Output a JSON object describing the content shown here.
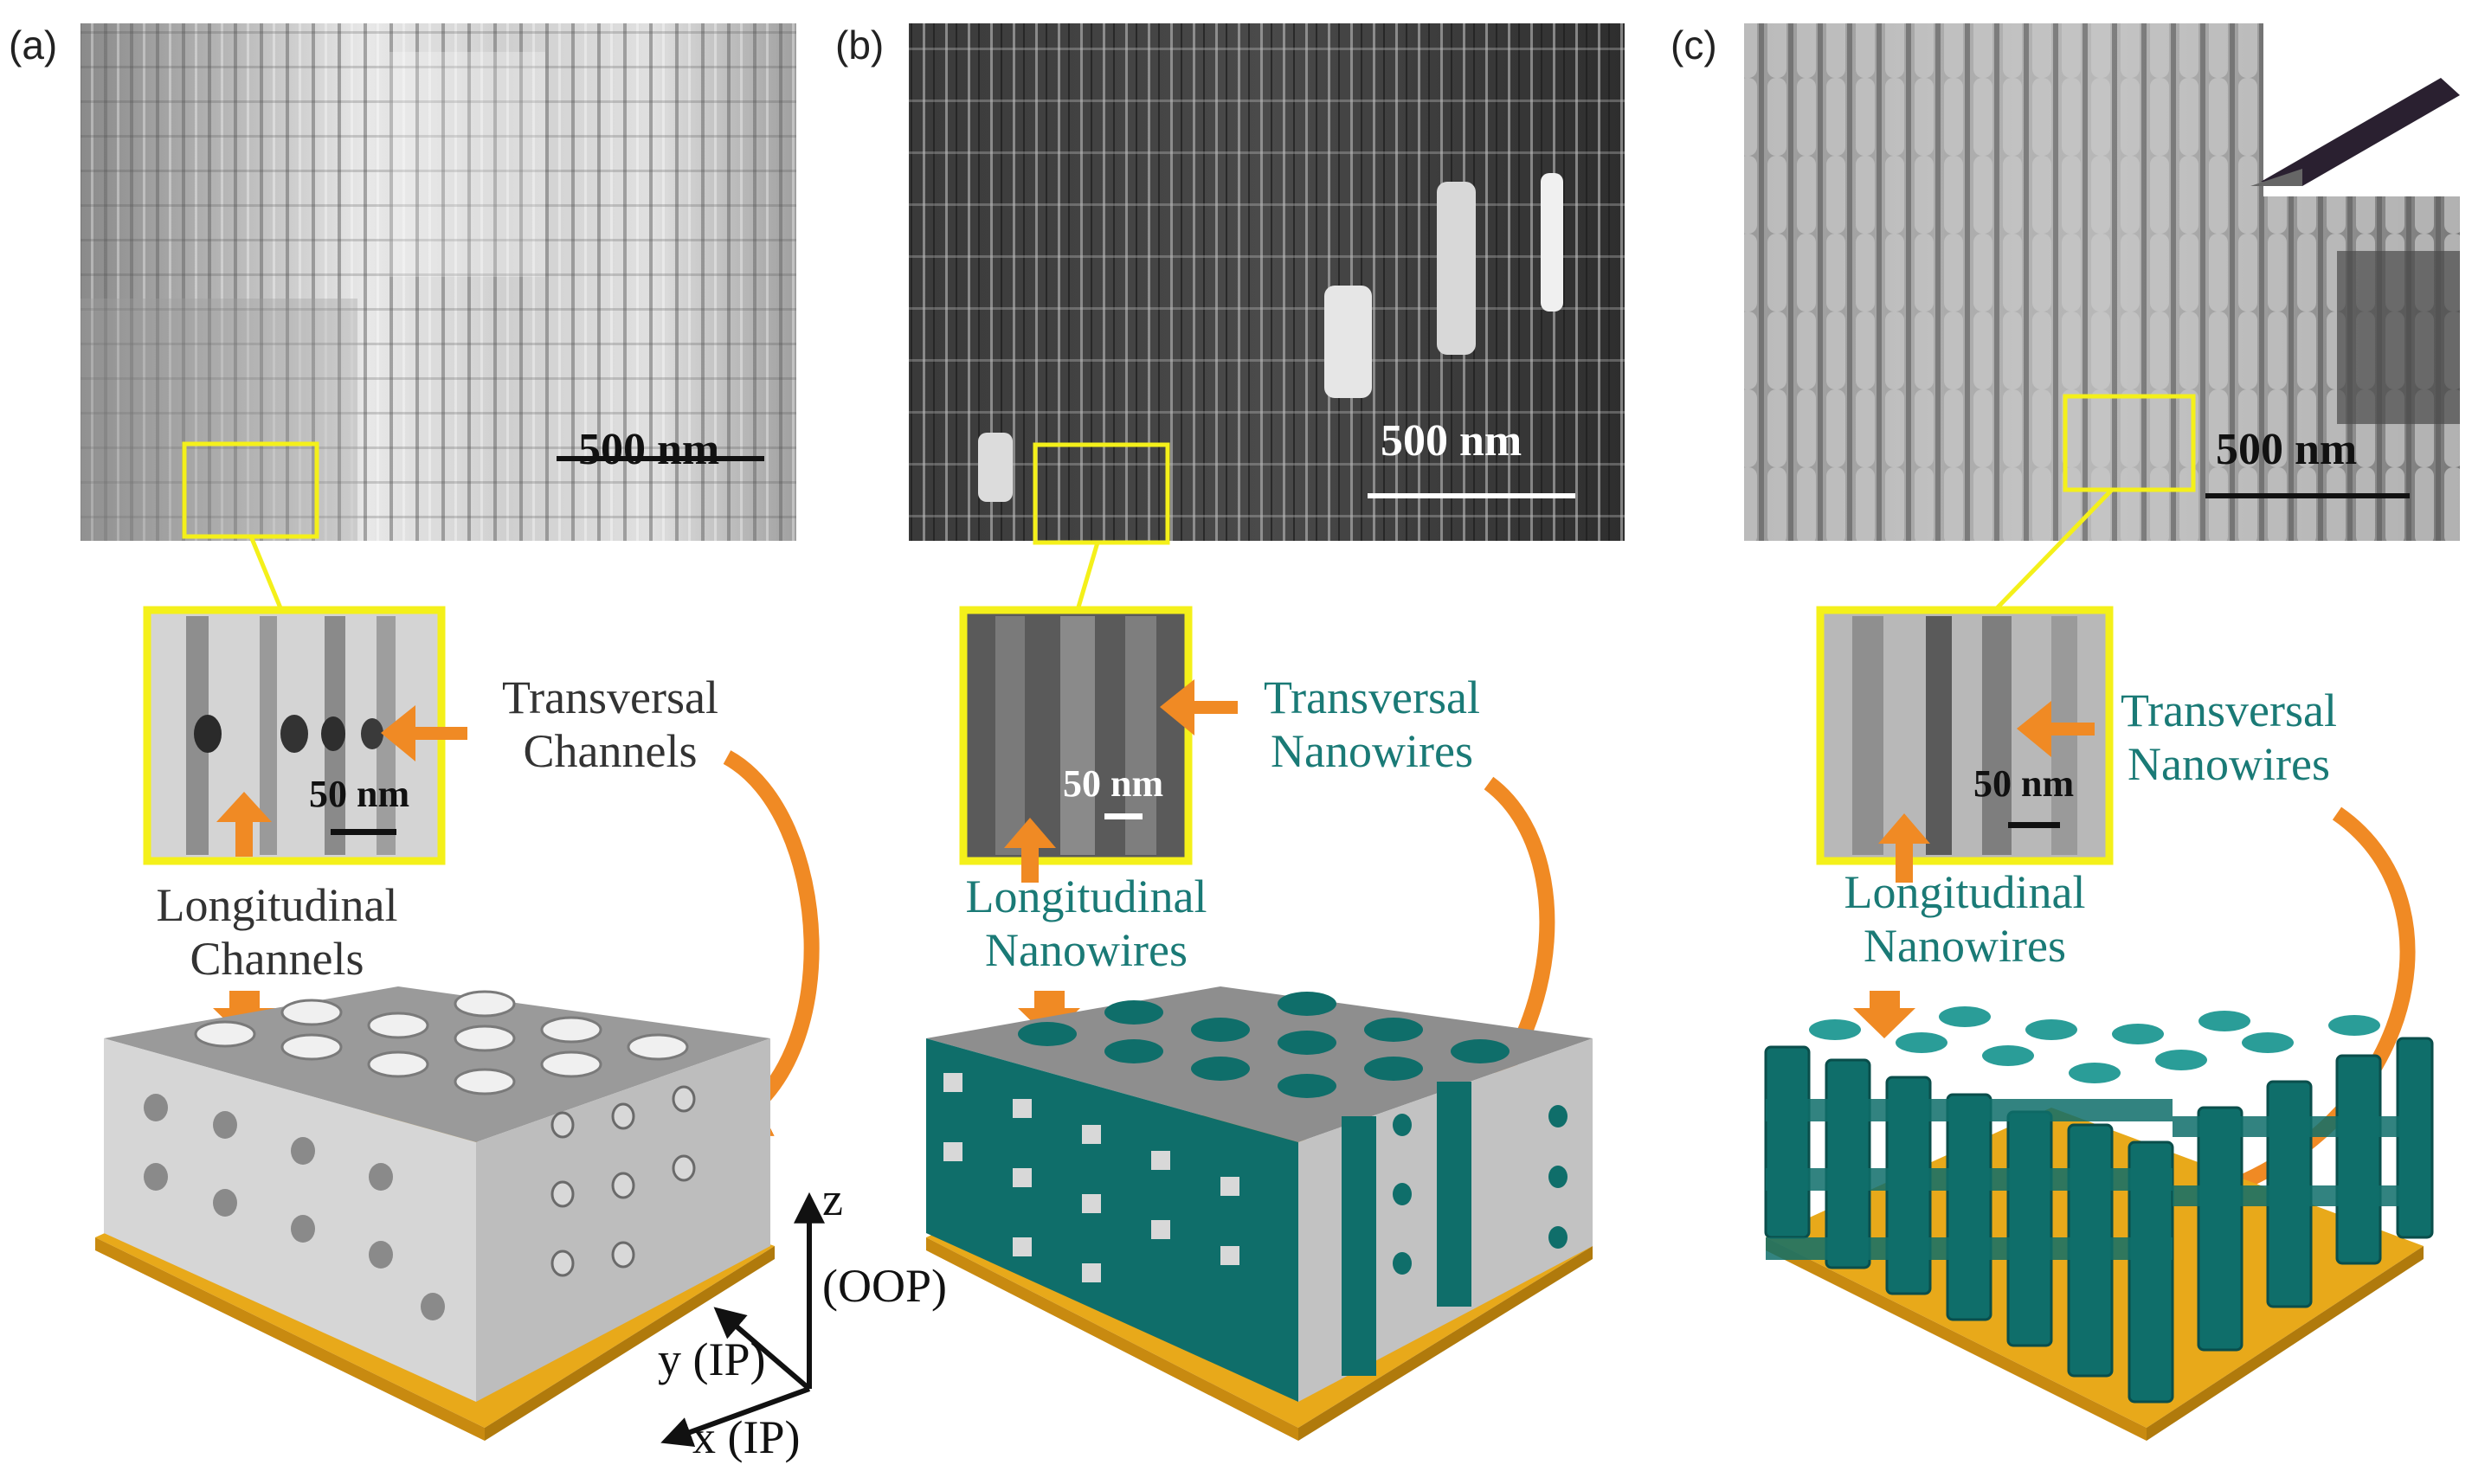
{
  "panels": [
    {
      "id": "a",
      "letter": "(a)",
      "scale_bar": "500 nm",
      "zoom_scale": "50 nm",
      "transversal": [
        "Transversal",
        "Channels"
      ],
      "longitudinal": [
        "Longitudinal",
        "Channels"
      ]
    },
    {
      "id": "b",
      "letter": "(b)",
      "scale_bar": "500 nm",
      "zoom_scale": "50 nm",
      "transversal": [
        "Transversal",
        "Nanowires"
      ],
      "longitudinal": [
        "Longitudinal",
        "Nanowires"
      ]
    },
    {
      "id": "c",
      "letter": "(c)",
      "scale_bar": "500 nm",
      "zoom_scale": "50 nm",
      "transversal": [
        "Transversal",
        "Nanowires"
      ],
      "longitudinal": [
        "Longitudinal",
        "Nanowires"
      ]
    }
  ],
  "axes": {
    "z": "z",
    "z_sub": "(OOP)",
    "y": "y (IP)",
    "x": "x (IP)"
  },
  "colors": {
    "highlight": "#f4f01a",
    "arrow": "#f08a24",
    "teal": "#0f6e6a",
    "teal_text": "#1a7a76",
    "gray_text": "#333333",
    "gold": "#e8a91a",
    "membrane": "#c8c8c8"
  }
}
